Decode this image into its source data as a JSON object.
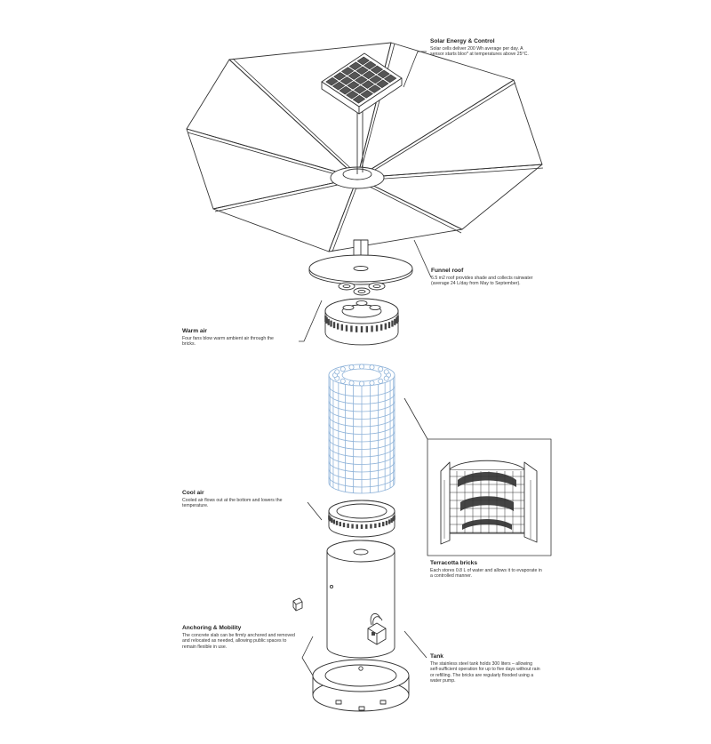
{
  "annotations": {
    "solar": {
      "title": "Solar Energy & Control",
      "text": "Solar cells deliver 200 Wh average per day. A sensor starts bloo* at temperatures above 25°C."
    },
    "funnel": {
      "title": "Funnel roof",
      "text": "6.5 m2 roof provides shade and collects rainwater (average 24 L/day from May to September)."
    },
    "warm_air": {
      "title": "Warm air",
      "text": "Four fans blow warm ambient air through the bricks."
    },
    "cool_air": {
      "title": "Cool air",
      "text": "Cooled air flows out at the bottom and lowers the temperature."
    },
    "terracotta": {
      "title": "Terracotta bricks",
      "text": "Each stores 0.8 L of water and allows it to evaporate in a controlled manner."
    },
    "anchoring": {
      "title": "Anchoring & Mobility",
      "text": "The concrete slab can be firmly anchored and removed and relocated as needed, allowing public spaces to remain flexible in use."
    },
    "tank": {
      "title": "Tank",
      "text": "The stainless steel tank holds 300 liters – allowing self-sufficient operation for up to five days without rain or refilling. The bricks are regularly flooded using a water pump."
    }
  },
  "colors": {
    "line": "#333333",
    "brick": "#8fb3d9",
    "fill": "#ffffff",
    "shade": "#444444"
  }
}
